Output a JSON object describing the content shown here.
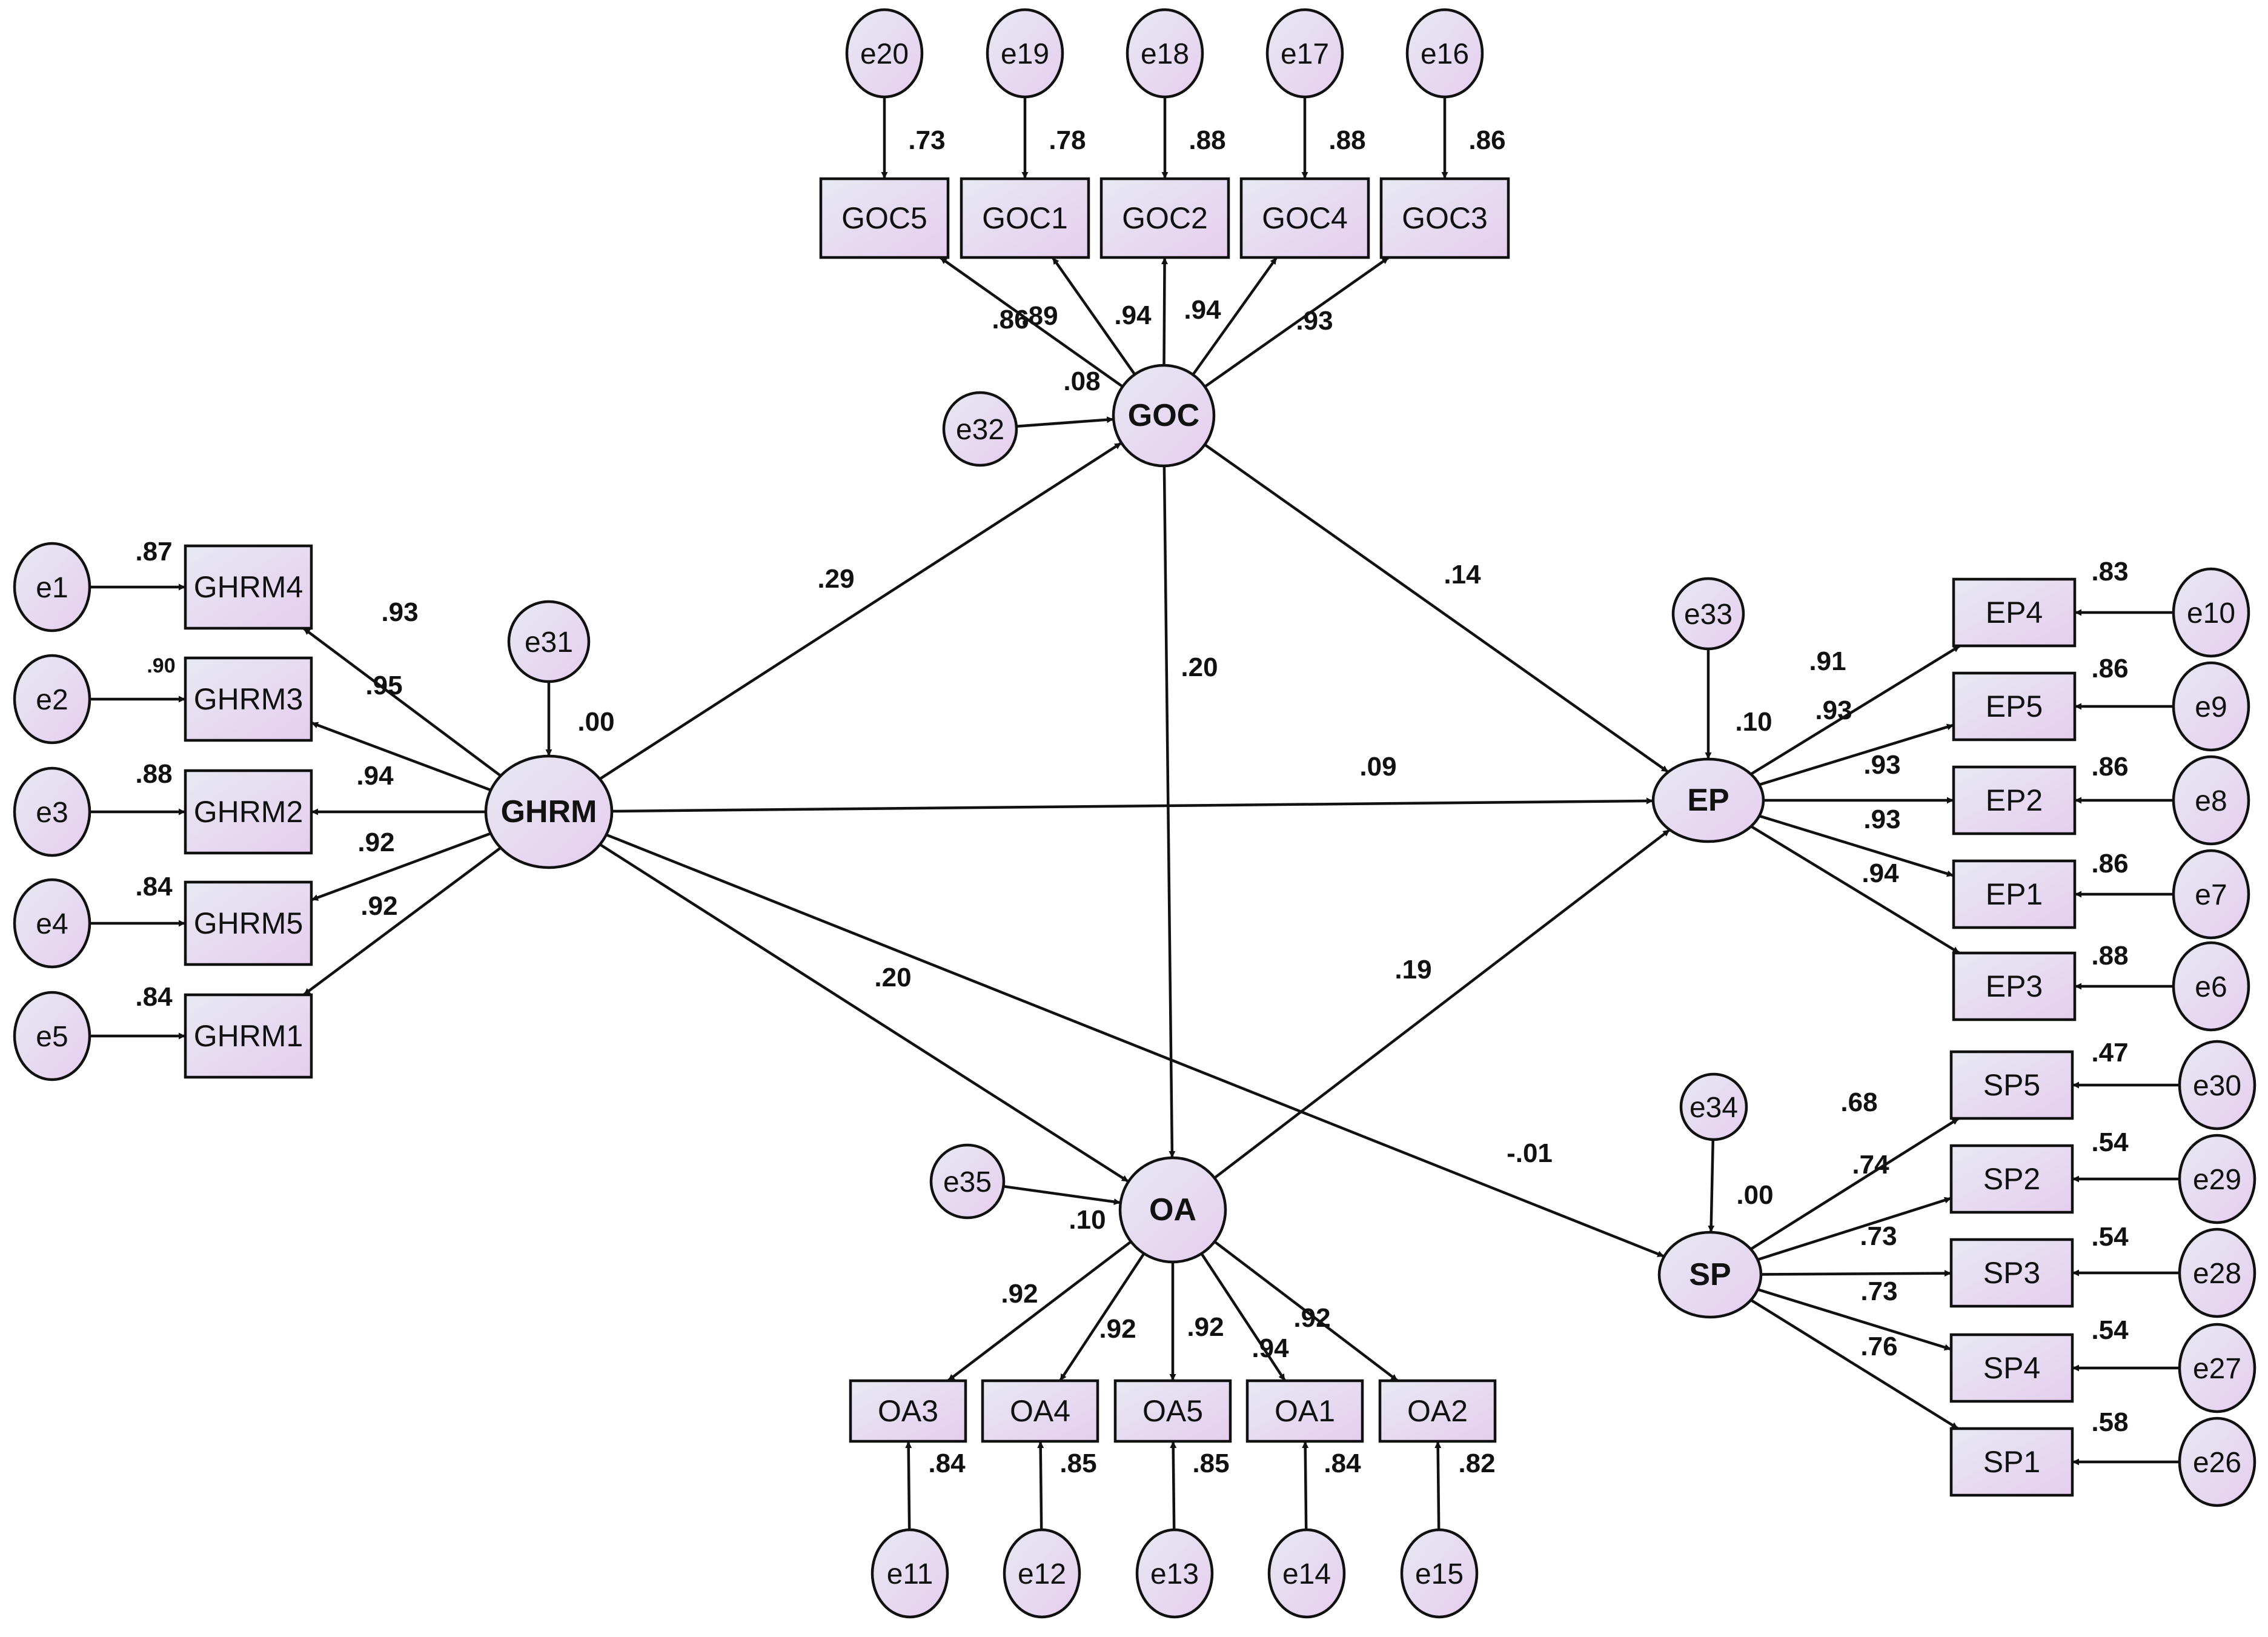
{
  "colors": {
    "fill_top": "#e7e9f2",
    "fill_bottom": "#e5cdef",
    "stroke": "#111111"
  },
  "latents": [
    {
      "id": "GHRM",
      "label": "GHRM"
    },
    {
      "id": "GOC",
      "label": "GOC"
    },
    {
      "id": "EP",
      "label": "EP"
    },
    {
      "id": "OA",
      "label": "OA"
    },
    {
      "id": "SP",
      "label": "SP"
    }
  ],
  "observed": [
    {
      "id": "GHRM4",
      "label": "GHRM4"
    },
    {
      "id": "GHRM3",
      "label": "GHRM3"
    },
    {
      "id": "GHRM2",
      "label": "GHRM2"
    },
    {
      "id": "GHRM5",
      "label": "GHRM5"
    },
    {
      "id": "GHRM1",
      "label": "GHRM1"
    },
    {
      "id": "GOC5",
      "label": "GOC5"
    },
    {
      "id": "GOC1",
      "label": "GOC1"
    },
    {
      "id": "GOC2",
      "label": "GOC2"
    },
    {
      "id": "GOC4",
      "label": "GOC4"
    },
    {
      "id": "GOC3",
      "label": "GOC3"
    },
    {
      "id": "EP4",
      "label": "EP4"
    },
    {
      "id": "EP5",
      "label": "EP5"
    },
    {
      "id": "EP2",
      "label": "EP2"
    },
    {
      "id": "EP1",
      "label": "EP1"
    },
    {
      "id": "EP3",
      "label": "EP3"
    },
    {
      "id": "OA3",
      "label": "OA3"
    },
    {
      "id": "OA4",
      "label": "OA4"
    },
    {
      "id": "OA5",
      "label": "OA5"
    },
    {
      "id": "OA1",
      "label": "OA1"
    },
    {
      "id": "OA2",
      "label": "OA2"
    },
    {
      "id": "SP5",
      "label": "SP5"
    },
    {
      "id": "SP2",
      "label": "SP2"
    },
    {
      "id": "SP3",
      "label": "SP3"
    },
    {
      "id": "SP4",
      "label": "SP4"
    },
    {
      "id": "SP1",
      "label": "SP1"
    }
  ],
  "errors": [
    {
      "id": "e1",
      "label": "e1"
    },
    {
      "id": "e2",
      "label": "e2"
    },
    {
      "id": "e3",
      "label": "e3"
    },
    {
      "id": "e4",
      "label": "e4"
    },
    {
      "id": "e5",
      "label": "e5"
    },
    {
      "id": "e6",
      "label": "e6"
    },
    {
      "id": "e7",
      "label": "e7"
    },
    {
      "id": "e8",
      "label": "e8"
    },
    {
      "id": "e9",
      "label": "e9"
    },
    {
      "id": "e10",
      "label": "e10"
    },
    {
      "id": "e11",
      "label": "e11"
    },
    {
      "id": "e12",
      "label": "e12"
    },
    {
      "id": "e13",
      "label": "e13"
    },
    {
      "id": "e14",
      "label": "e14"
    },
    {
      "id": "e15",
      "label": "e15"
    },
    {
      "id": "e16",
      "label": "e16"
    },
    {
      "id": "e17",
      "label": "e17"
    },
    {
      "id": "e18",
      "label": "e18"
    },
    {
      "id": "e19",
      "label": "e19"
    },
    {
      "id": "e20",
      "label": "e20"
    },
    {
      "id": "e26",
      "label": "e26"
    },
    {
      "id": "e27",
      "label": "e27"
    },
    {
      "id": "e28",
      "label": "e28"
    },
    {
      "id": "e29",
      "label": "e29"
    },
    {
      "id": "e30",
      "label": "e30"
    },
    {
      "id": "e31",
      "label": "e31"
    },
    {
      "id": "e32",
      "label": "e32"
    },
    {
      "id": "e33",
      "label": "e33"
    },
    {
      "id": "e34",
      "label": "e34"
    },
    {
      "id": "e35",
      "label": "e35"
    }
  ],
  "paths": [
    {
      "from": "GHRM",
      "to": "GOC",
      "coef": ".29"
    },
    {
      "from": "GHRM",
      "to": "EP",
      "coef": ".09"
    },
    {
      "from": "GHRM",
      "to": "OA",
      "coef": ".20"
    },
    {
      "from": "GHRM",
      "to": "SP",
      "coef": "-.01"
    },
    {
      "from": "GOC",
      "to": "EP",
      "coef": ".14"
    },
    {
      "from": "GOC",
      "to": "OA",
      "coef": ".20"
    },
    {
      "from": "OA",
      "to": "EP",
      "coef": ".19"
    },
    {
      "from": "GHRM",
      "to": "GHRM4",
      "coef": ".93"
    },
    {
      "from": "GHRM",
      "to": "GHRM3",
      "coef": ".95"
    },
    {
      "from": "GHRM",
      "to": "GHRM2",
      "coef": ".94"
    },
    {
      "from": "GHRM",
      "to": "GHRM5",
      "coef": ".92"
    },
    {
      "from": "GHRM",
      "to": "GHRM1",
      "coef": ".92"
    },
    {
      "from": "GOC",
      "to": "GOC5",
      "coef": ".86"
    },
    {
      "from": "GOC",
      "to": "GOC1",
      "coef": ".89"
    },
    {
      "from": "GOC",
      "to": "GOC2",
      "coef": ".94"
    },
    {
      "from": "GOC",
      "to": "GOC4",
      "coef": ".94"
    },
    {
      "from": "GOC",
      "to": "GOC3",
      "coef": ".93"
    },
    {
      "from": "EP",
      "to": "EP4",
      "coef": ".91"
    },
    {
      "from": "EP",
      "to": "EP5",
      "coef": ".93"
    },
    {
      "from": "EP",
      "to": "EP2",
      "coef": ".93"
    },
    {
      "from": "EP",
      "to": "EP1",
      "coef": ".93"
    },
    {
      "from": "EP",
      "to": "EP3",
      "coef": ".94"
    },
    {
      "from": "OA",
      "to": "OA3",
      "coef": ".92"
    },
    {
      "from": "OA",
      "to": "OA4",
      "coef": ".92"
    },
    {
      "from": "OA",
      "to": "OA5",
      "coef": ".92"
    },
    {
      "from": "OA",
      "to": "OA1",
      "coef": ".94"
    },
    {
      "from": "OA",
      "to": "OA2",
      "coef": ".92"
    },
    {
      "from": "SP",
      "to": "SP5",
      "coef": ".68"
    },
    {
      "from": "SP",
      "to": "SP2",
      "coef": ".74"
    },
    {
      "from": "SP",
      "to": "SP3",
      "coef": ".73"
    },
    {
      "from": "SP",
      "to": "SP4",
      "coef": ".73"
    },
    {
      "from": "SP",
      "to": "SP1",
      "coef": ".76"
    },
    {
      "from": "e1",
      "to": "GHRM4",
      "coef": ".87"
    },
    {
      "from": "e2",
      "to": "GHRM3",
      "coef": ".90"
    },
    {
      "from": "e3",
      "to": "GHRM2",
      "coef": ".88"
    },
    {
      "from": "e4",
      "to": "GHRM5",
      "coef": ".84"
    },
    {
      "from": "e5",
      "to": "GHRM1",
      "coef": ".84"
    },
    {
      "from": "e20",
      "to": "GOC5",
      "coef": ".73"
    },
    {
      "from": "e19",
      "to": "GOC1",
      "coef": ".78"
    },
    {
      "from": "e18",
      "to": "GOC2",
      "coef": ".88"
    },
    {
      "from": "e17",
      "to": "GOC4",
      "coef": ".88"
    },
    {
      "from": "e16",
      "to": "GOC3",
      "coef": ".86"
    },
    {
      "from": "e10",
      "to": "EP4",
      "coef": ".83"
    },
    {
      "from": "e9",
      "to": "EP5",
      "coef": ".86"
    },
    {
      "from": "e8",
      "to": "EP2",
      "coef": ".86"
    },
    {
      "from": "e7",
      "to": "EP1",
      "coef": ".86"
    },
    {
      "from": "e6",
      "to": "EP3",
      "coef": ".88"
    },
    {
      "from": "e11",
      "to": "OA3",
      "coef": ".84"
    },
    {
      "from": "e12",
      "to": "OA4",
      "coef": ".85"
    },
    {
      "from": "e13",
      "to": "OA5",
      "coef": ".85"
    },
    {
      "from": "e14",
      "to": "OA1",
      "coef": ".84"
    },
    {
      "from": "e15",
      "to": "OA2",
      "coef": ".82"
    },
    {
      "from": "e30",
      "to": "SP5",
      "coef": ".47"
    },
    {
      "from": "e29",
      "to": "SP2",
      "coef": ".54"
    },
    {
      "from": "e28",
      "to": "SP3",
      "coef": ".54"
    },
    {
      "from": "e27",
      "to": "SP4",
      "coef": ".54"
    },
    {
      "from": "e26",
      "to": "SP1",
      "coef": ".58"
    },
    {
      "from": "e31",
      "to": "GHRM",
      "coef": ".00"
    },
    {
      "from": "e32",
      "to": "GOC",
      "coef": ".08"
    },
    {
      "from": "e33",
      "to": "EP",
      "coef": ".10"
    },
    {
      "from": "e34",
      "to": "SP",
      "coef": ".00"
    },
    {
      "from": "e35",
      "to": "OA",
      "coef": ".10"
    }
  ]
}
